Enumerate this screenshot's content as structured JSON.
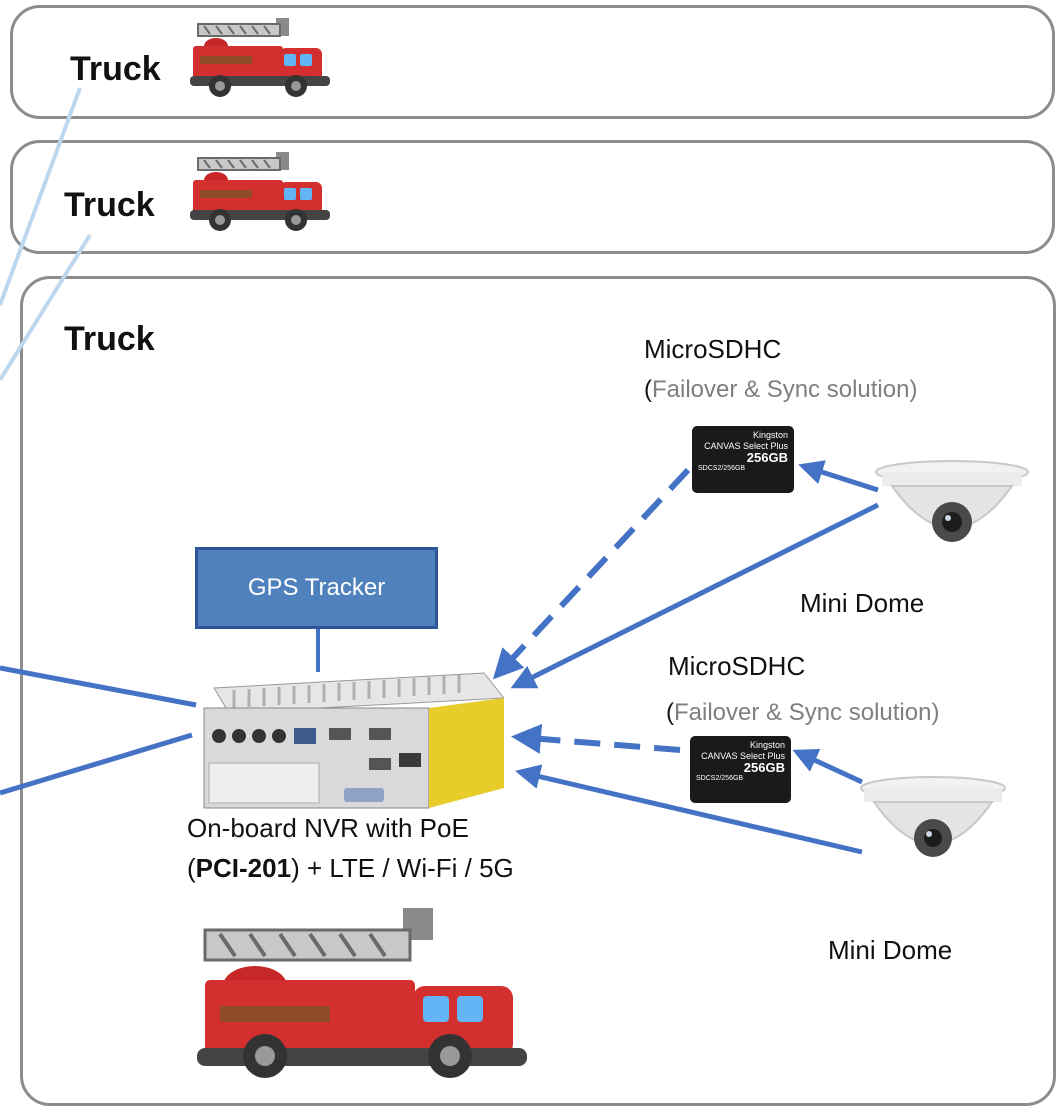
{
  "panels": {
    "top": {
      "label": "Truck"
    },
    "middle": {
      "label": "Truck"
    },
    "main": {
      "label": "Truck"
    }
  },
  "gps": {
    "label": "GPS Tracker"
  },
  "storage": [
    {
      "title": "MicroSDHC",
      "open": "(",
      "subtitle": "Failover & Sync solution)",
      "card": {
        "brand": "Kingston",
        "line1": "CANVAS Select Plus",
        "cap": "256",
        "unit": "GB",
        "code": "SDCS2/256GB"
      }
    },
    {
      "title": "MicroSDHC",
      "open": "(",
      "subtitle": "Failover & Sync solution)",
      "card": {
        "brand": "Kingston",
        "line1": "CANVAS Select Plus",
        "cap": "256",
        "unit": "GB",
        "code": "SDCS2/256GB"
      }
    }
  ],
  "cameras": [
    {
      "label": "Mini Dome"
    },
    {
      "label": "Mini Dome"
    }
  ],
  "nvr": {
    "line1": "On-board NVR with PoE",
    "open": "(",
    "model": "PCI-201",
    "rest": ") + LTE / Wi-Fi / 5G"
  },
  "colors": {
    "link": "#4472c4",
    "radio": "#bdd7ee",
    "panel_border": "#8c8c8c",
    "truck_red": "#d32f2f",
    "gps_fill": "#4f81bd"
  },
  "icons": [
    "fire-truck-icon",
    "microsd-card-icon",
    "dome-camera-icon",
    "nvr-box-icon"
  ]
}
